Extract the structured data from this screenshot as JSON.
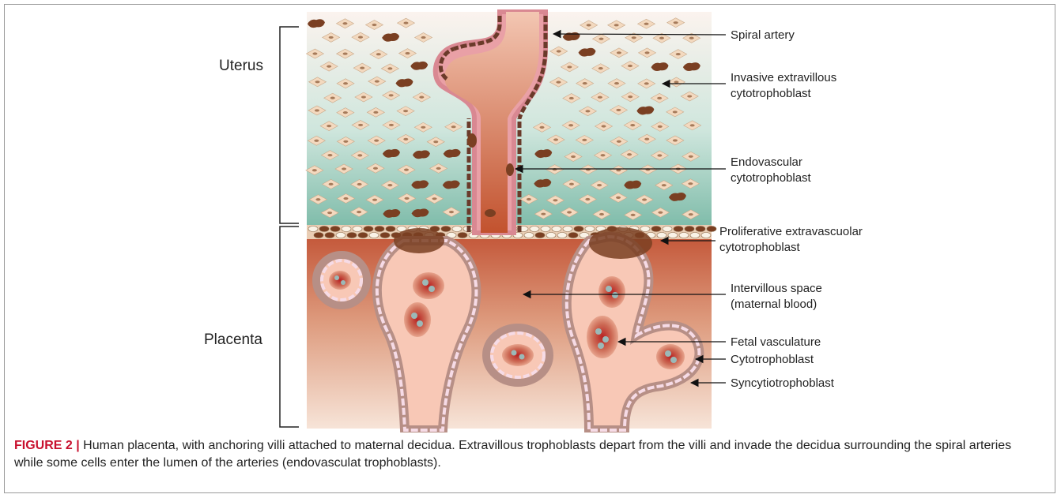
{
  "regions": {
    "uterus": "Uterus",
    "placenta": "Placenta"
  },
  "callouts": {
    "spiral_artery": "Spiral artery",
    "invasive_evt_1": "Invasive extravillous",
    "invasive_evt_2": "cytotrophoblast",
    "endovascular_1": "Endovascular",
    "endovascular_2": "cytotrophoblast",
    "proliferative_1": "Proliferative extravascuolar",
    "proliferative_2": "cytotrophoblast",
    "intervillous_1": "Intervillous space",
    "intervillous_2": "(maternal blood)",
    "fetal_vasculature": "Fetal vasculature",
    "cytotrophoblast": "Cytotrophoblast",
    "syncytiotrophoblast": "Syncytiotrophoblast"
  },
  "caption": {
    "figure_number": "FIGURE 2 |",
    "text": " Human placenta, with anchoring villi attached to maternal decidua. Extravillous trophoblasts depart from the villi and invade the decidua surrounding the spiral arteries while some cells enter the lumen of the arteries (endovasculat trophoblasts)."
  },
  "colors": {
    "decidua_top": "#fbf3ee",
    "decidua_mid": "#8fc4b4",
    "placenta_top": "#c6603a",
    "placenta_bottom": "#f3dccd",
    "villus_fill": "#f7c6b5",
    "cytotrophoblast_cell": "#f8e3ec",
    "syncytio_cell": "#b78f86",
    "invasive_cell": "#7a3f22",
    "decidual_cell": "#f3d9bf"
  }
}
